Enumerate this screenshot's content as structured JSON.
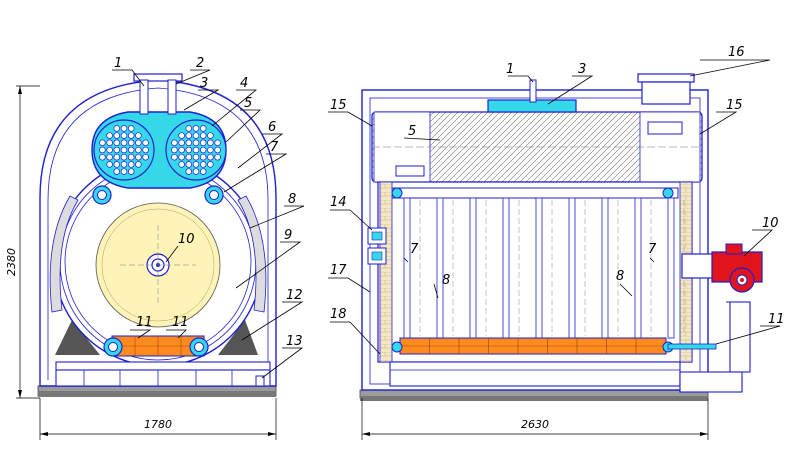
{
  "views": {
    "left": {
      "labels": [
        "1",
        "2",
        "3",
        "4",
        "5",
        "6",
        "7",
        "8",
        "9",
        "10",
        "11",
        "11",
        "12",
        "13"
      ],
      "dim_height": "2380",
      "dim_width": "1780"
    },
    "right": {
      "labels": [
        "1",
        "3",
        "16",
        "15",
        "5",
        "15",
        "14",
        "7",
        "7",
        "10",
        "17",
        "8",
        "8",
        "11",
        "18"
      ],
      "dim_width": "2630"
    }
  },
  "colors": {
    "outline": "#1f1fd0",
    "drum": "#34d8e8",
    "brick": "#f3e7c4",
    "burner_fire": "#ffe97a",
    "grate": "#ff8a1f",
    "burner": "#e0141a",
    "lining": "#dcdcdc",
    "support": "#555555"
  }
}
